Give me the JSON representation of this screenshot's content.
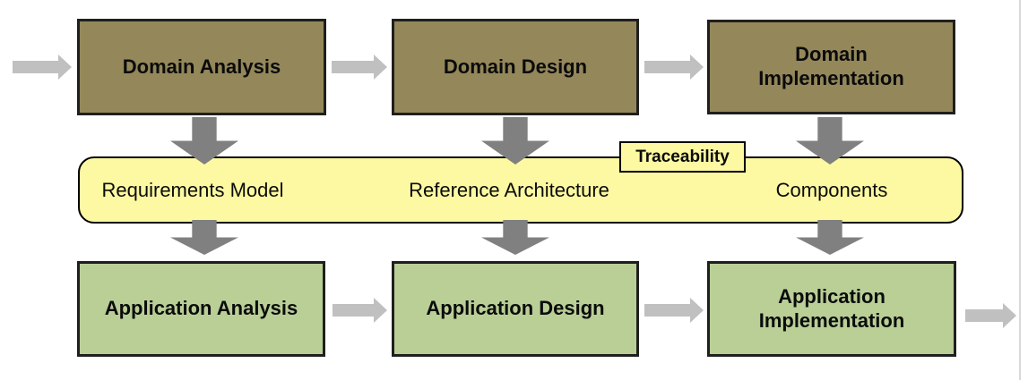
{
  "top_row": {
    "boxes": [
      {
        "label": "Domain Analysis"
      },
      {
        "label": "Domain Design"
      },
      {
        "label": "Domain Implementation"
      }
    ]
  },
  "band": {
    "tag": "Traceability",
    "artifacts": [
      {
        "label": "Requirements Model"
      },
      {
        "label": "Reference Architecture"
      },
      {
        "label": "Components"
      }
    ]
  },
  "bottom_row": {
    "boxes": [
      {
        "label": "Application Analysis"
      },
      {
        "label": "Application Design"
      },
      {
        "label": "Application Implementation"
      }
    ]
  },
  "colors": {
    "domain_box": "#94875a",
    "application_box": "#b9cf96",
    "band_fill": "#fdf9a2",
    "flow_arrow": "#c0c0c0",
    "down_arrow": "#808080",
    "box_border": "#1f1f1f",
    "page_edge": "#d9d9d9"
  }
}
